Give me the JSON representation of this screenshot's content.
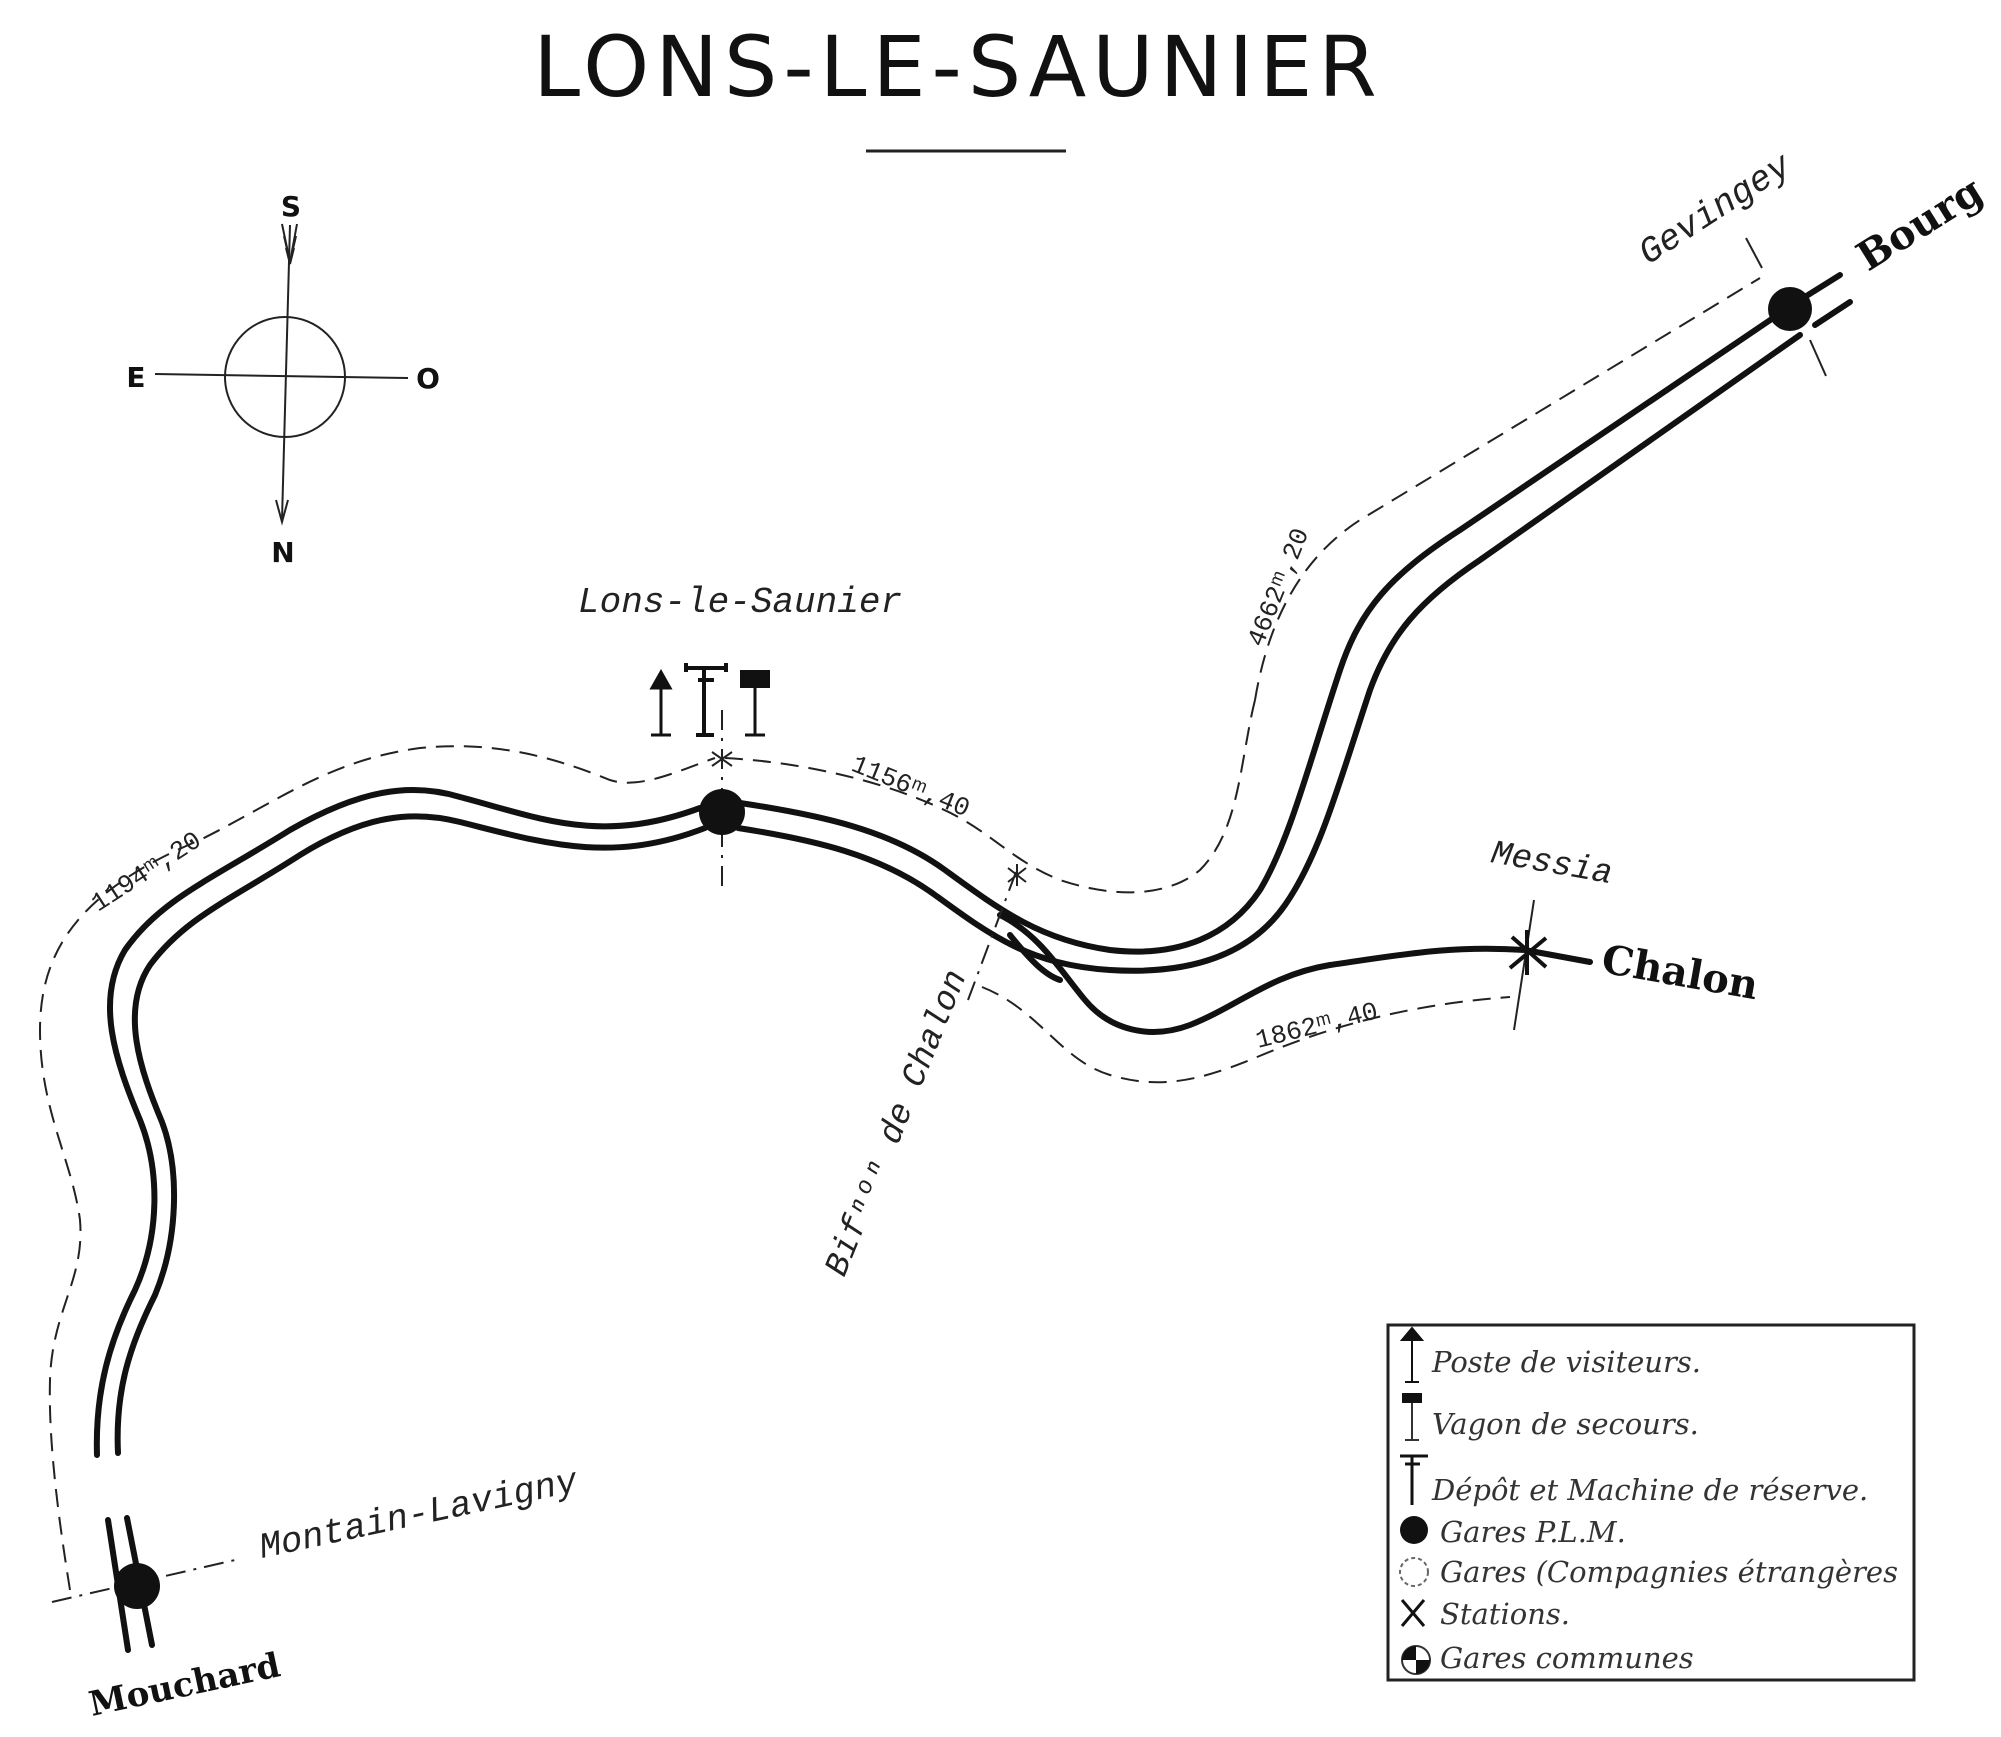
{
  "title": "LONS-LE-SAUNIER",
  "compass": {
    "south": "S",
    "east": "E",
    "west": "O",
    "north": "N"
  },
  "stations": {
    "lons": "Lons-le-Saunier",
    "gevingey": "Gevingey",
    "bourg": "Bourg",
    "messia": "Messia",
    "chalon": "Chalon",
    "bifurcation": "Bifⁿᵒⁿ de Chalon",
    "montain": "Montain-Lavigny",
    "mouchard": "Mouchard"
  },
  "distances": {
    "d1194": "1194ᵐ,20",
    "d1156": "1156ᵐ,40",
    "d4662": "4662ᵐ,20",
    "d1862": "1862ᵐ,40"
  },
  "legend": {
    "items": [
      {
        "icon": "visitor-post-icon",
        "label": "Poste de visiteurs."
      },
      {
        "icon": "rescue-wagon-icon",
        "label": "Vagon de secours."
      },
      {
        "icon": "depot-icon",
        "label": "Dépôt et Machine de réserve."
      },
      {
        "icon": "plm-station-icon",
        "label": "Gares P.L.M."
      },
      {
        "icon": "foreign-station-icon",
        "label": "Gares (Compagnies étrangères"
      },
      {
        "icon": "halt-icon",
        "label": "Stations."
      },
      {
        "icon": "shared-station-icon",
        "label": "Gares communes"
      }
    ]
  }
}
